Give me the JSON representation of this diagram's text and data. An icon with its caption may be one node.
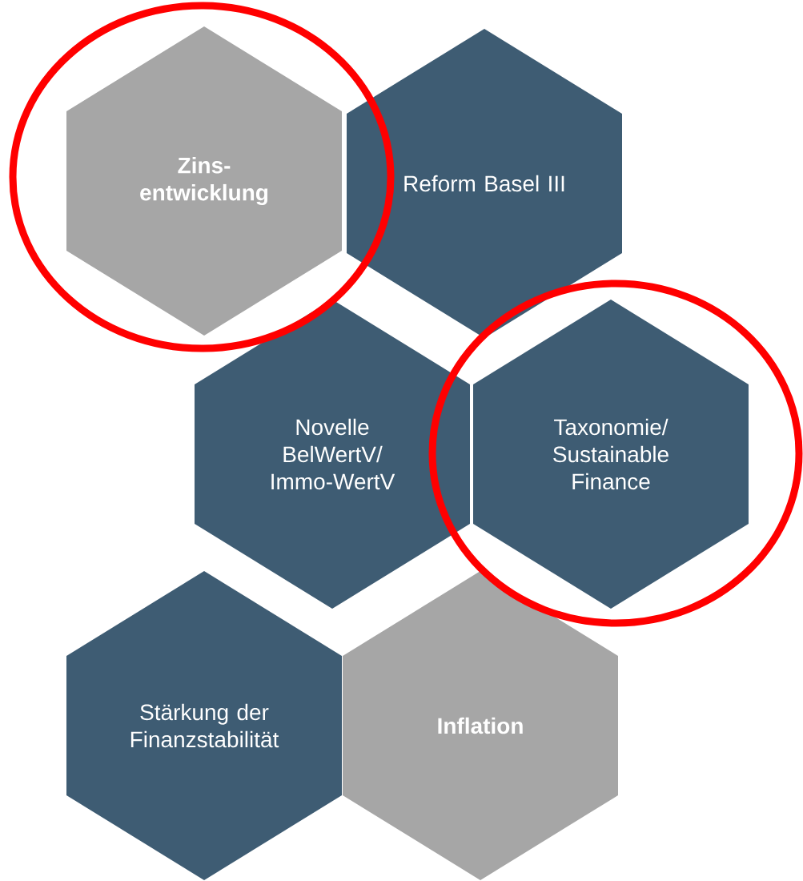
{
  "diagram": {
    "nodes": [
      {
        "text": [
          "Zins-entwicklung"
        ]
      },
      {
        "text": [
          "Reform Basel III"
        ]
      },
      {
        "text": [
          "Novelle BelWertV/ Immo-WertV"
        ]
      },
      {
        "text": [
          "Taxonomie/ Sustainable Finance"
        ]
      },
      {
        "text": [
          "Stärkung der Finanzstabilität"
        ]
      },
      {
        "text": [
          "Inflation"
        ]
      }
    ]
  }
}
